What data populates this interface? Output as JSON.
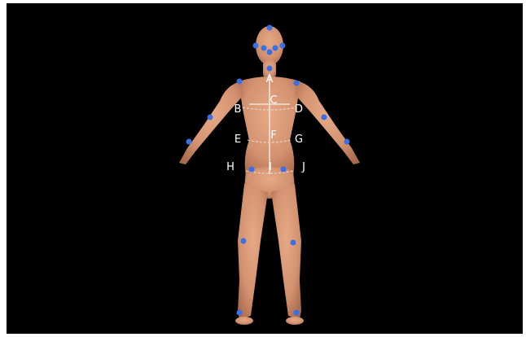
{
  "scene": {
    "background_color": "#000000",
    "skin_color": "#d59673",
    "keypoint_color": "#3b6fe6"
  },
  "labels": {
    "A": "A",
    "B": "B",
    "C": "C",
    "D": "D",
    "E": "E",
    "F": "F",
    "G": "G",
    "H": "H",
    "I": "I",
    "J": "J"
  }
}
